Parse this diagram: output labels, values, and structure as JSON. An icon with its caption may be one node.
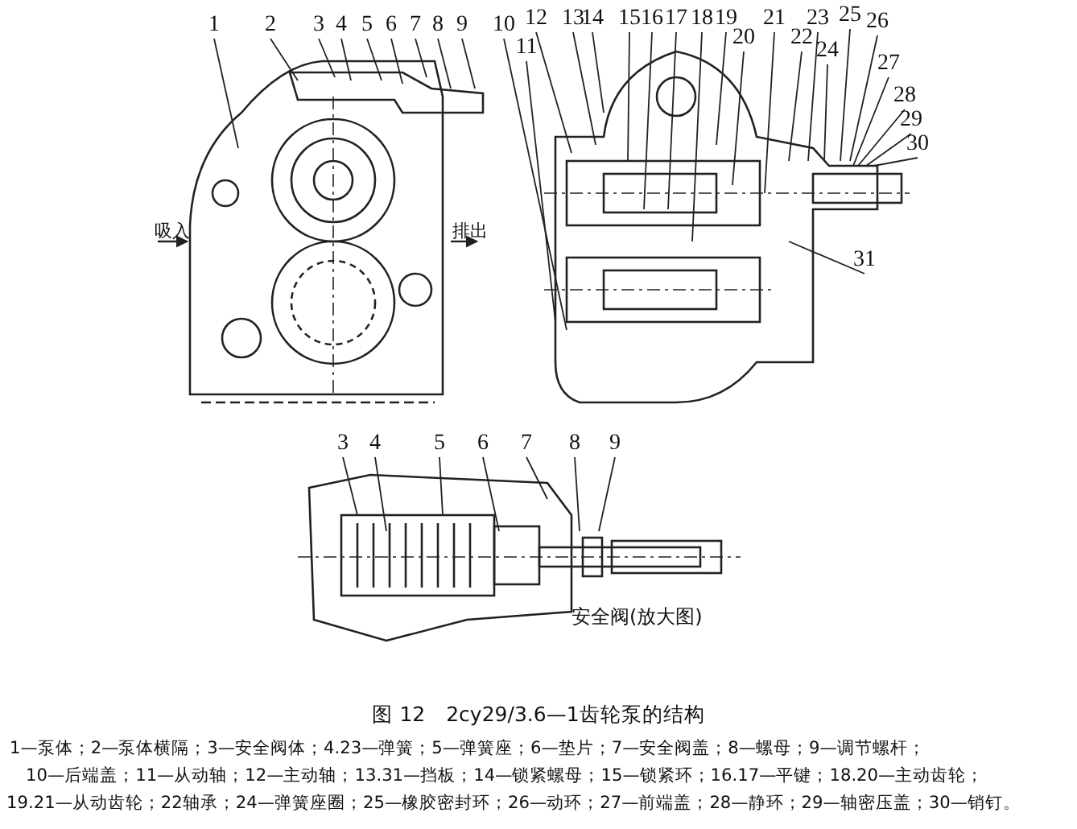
{
  "diagram": {
    "caption": "图 12　2cy29/3.6—1齿轮泵的结构",
    "nodes": [
      {
        "text": [
          "1"
        ]
      },
      {
        "text": [
          "2"
        ]
      },
      {
        "text": [
          "3"
        ]
      },
      {
        "text": [
          "4"
        ]
      },
      {
        "text": [
          "5"
        ]
      },
      {
        "text": [
          "6"
        ]
      },
      {
        "text": [
          "7"
        ]
      },
      {
        "text": [
          "8"
        ]
      },
      {
        "text": [
          "9"
        ]
      },
      {
        "text": [
          "10"
        ]
      },
      {
        "text": [
          "11"
        ]
      },
      {
        "text": [
          "12"
        ]
      },
      {
        "text": [
          "13"
        ]
      },
      {
        "text": [
          "14"
        ]
      },
      {
        "text": [
          "15"
        ]
      },
      {
        "text": [
          "16"
        ]
      },
      {
        "text": [
          "17"
        ]
      },
      {
        "text": [
          "18"
        ]
      },
      {
        "text": [
          "19"
        ]
      },
      {
        "text": [
          "20"
        ]
      },
      {
        "text": [
          "21"
        ]
      },
      {
        "text": [
          "22"
        ]
      },
      {
        "text": [
          "23"
        ]
      },
      {
        "text": [
          "24"
        ]
      },
      {
        "text": [
          "25"
        ]
      },
      {
        "text": [
          "26"
        ]
      },
      {
        "text": [
          "27"
        ]
      },
      {
        "text": [
          "28"
        ]
      },
      {
        "text": [
          "29"
        ]
      },
      {
        "text": [
          "30"
        ]
      },
      {
        "text": [
          "31"
        ]
      },
      {
        "text": [
          "3"
        ]
      },
      {
        "text": [
          "4"
        ]
      },
      {
        "text": [
          "5"
        ]
      },
      {
        "text": [
          "6"
        ]
      },
      {
        "text": [
          "7"
        ]
      },
      {
        "text": [
          "8"
        ]
      },
      {
        "text": [
          "9"
        ]
      }
    ],
    "edges": [
      {
        "from": 0,
        "to": null,
        "arrow": "none"
      },
      {
        "from": 1,
        "to": null,
        "arrow": "none"
      },
      {
        "from": 2,
        "to": null,
        "arrow": "none"
      },
      {
        "from": 3,
        "to": null,
        "arrow": "none"
      },
      {
        "from": 4,
        "to": null,
        "arrow": "none"
      },
      {
        "from": 5,
        "to": null,
        "arrow": "none"
      },
      {
        "from": 6,
        "to": null,
        "arrow": "none"
      },
      {
        "from": 7,
        "to": null,
        "arrow": "none"
      },
      {
        "from": 8,
        "to": null,
        "arrow": "none"
      },
      {
        "from": 9,
        "to": null,
        "arrow": "none"
      },
      {
        "from": 10,
        "to": null,
        "arrow": "none"
      },
      {
        "from": 11,
        "to": null,
        "arrow": "none"
      },
      {
        "from": 12,
        "to": null,
        "arrow": "none"
      },
      {
        "from": 13,
        "to": null,
        "arrow": "none"
      },
      {
        "from": 14,
        "to": null,
        "arrow": "none"
      },
      {
        "from": 15,
        "to": null,
        "arrow": "none"
      },
      {
        "from": 16,
        "to": null,
        "arrow": "none"
      },
      {
        "from": 17,
        "to": null,
        "arrow": "none"
      },
      {
        "from": 18,
        "to": null,
        "arrow": "none"
      },
      {
        "from": 19,
        "to": null,
        "arrow": "none"
      },
      {
        "from": 20,
        "to": null,
        "arrow": "none"
      },
      {
        "from": 21,
        "to": null,
        "arrow": "none"
      },
      {
        "from": 22,
        "to": null,
        "arrow": "none"
      },
      {
        "from": 23,
        "to": null,
        "arrow": "none"
      },
      {
        "from": 24,
        "to": null,
        "arrow": "none"
      },
      {
        "from": 25,
        "to": null,
        "arrow": "none"
      },
      {
        "from": 26,
        "to": null,
        "arrow": "none"
      },
      {
        "from": 27,
        "to": null,
        "arrow": "none"
      },
      {
        "from": 28,
        "to": null,
        "arrow": "none"
      },
      {
        "from": 29,
        "to": null,
        "arrow": "none"
      },
      {
        "from": 30,
        "to": null,
        "arrow": "none"
      },
      {
        "from": 31,
        "to": null,
        "arrow": "none"
      },
      {
        "from": 32,
        "to": null,
        "arrow": "none"
      },
      {
        "from": 33,
        "to": null,
        "arrow": "none"
      },
      {
        "from": 34,
        "to": null,
        "arrow": "none"
      },
      {
        "from": 35,
        "to": null,
        "arrow": "none"
      },
      {
        "from": 36,
        "to": null,
        "arrow": "none"
      },
      {
        "from": 37,
        "to": null,
        "arrow": "none"
      }
    ],
    "labels": [
      "吸入",
      "排出",
      "安全阀(放大图)",
      "1—泵体；2—泵体横隔；3—安全阀体；4.23—弹簧；5—弹簧座；6—垫片；7—安全阀盖；8—螺母；9—调节螺杆；",
      "10—后端盖；11—从动轴；12—主动轴；13.31—挡板；14—锁紧螺母；15—锁紧环；16.17—平键；18.20—主动齿轮；",
      "19.21—从动齿轮；22轴承；24—弹簧座圈；25—橡胶密封环；26—动环；27—前端盖；28—静环；29—轴密压盖；30—销钉。"
    ]
  }
}
